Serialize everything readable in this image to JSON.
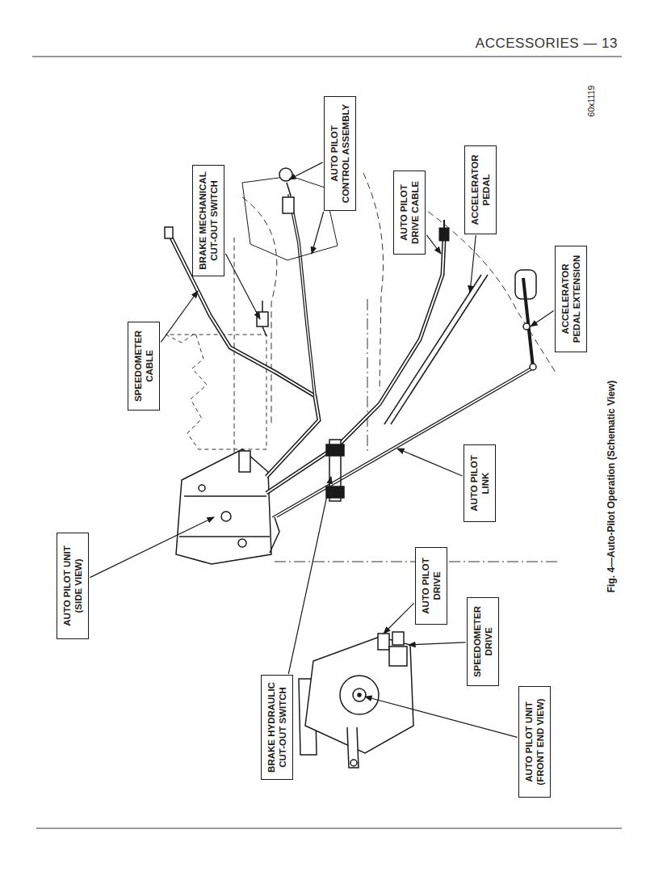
{
  "diagram": {
    "caption": "Fig. 4—Auto-Pilot Operation (Schematic View)",
    "nodes": [
      {
        "text": [
          "AUTO PILOT UNIT (SIDE VIEW)"
        ]
      },
      {
        "text": [
          "SPEEDOMETER CABLE"
        ]
      },
      {
        "text": [
          "BRAKE MECHANICAL CUT-OUT SWITCH"
        ]
      },
      {
        "text": [
          "BRAKE HYDRAULIC CUT-OUT SWITCH"
        ]
      },
      {
        "text": [
          "AUTO PILOT CONTROL ASSEMBLY"
        ]
      },
      {
        "text": [
          "AUTO PILOT DRIVE CABLE"
        ]
      },
      {
        "text": [
          "AUTO PILOT DRIVE"
        ]
      },
      {
        "text": [
          "ACCELERATOR PEDAL"
        ]
      },
      {
        "text": [
          "SPEEDOMETER DRIVE"
        ]
      },
      {
        "text": [
          "AUTO PILOT LINK"
        ]
      },
      {
        "text": [
          "AUTO PILOT UNIT (FRONT END VIEW)"
        ]
      },
      {
        "text": [
          "ACCELERATOR PEDAL EXTENSION"
        ]
      }
    ],
    "edges": [],
    "labels": [
      "ACCESSORIES — 13",
      "60x1119"
    ]
  }
}
